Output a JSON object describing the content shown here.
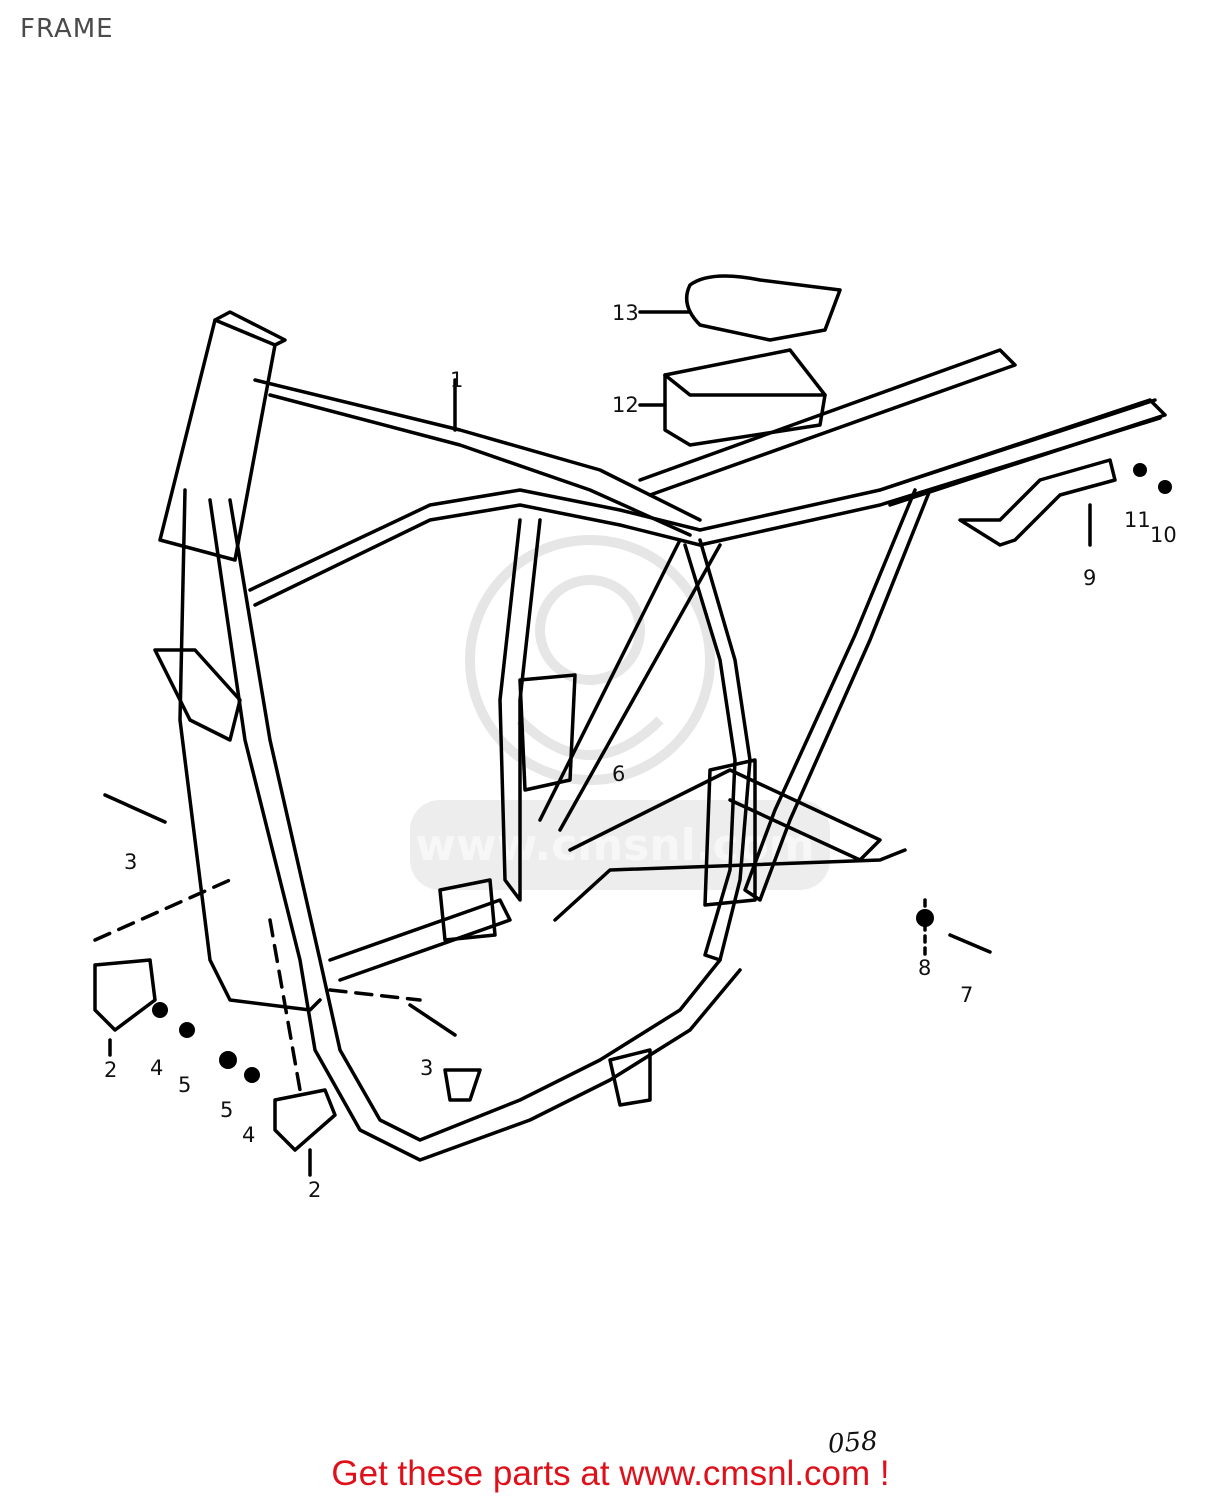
{
  "header": {
    "title": "FRAME"
  },
  "diagram": {
    "callouts": [
      {
        "id": "c1",
        "label": "1"
      },
      {
        "id": "c2a",
        "label": "2"
      },
      {
        "id": "c2b",
        "label": "2"
      },
      {
        "id": "c3a",
        "label": "3"
      },
      {
        "id": "c3b",
        "label": "3"
      },
      {
        "id": "c4a",
        "label": "4"
      },
      {
        "id": "c4b",
        "label": "4"
      },
      {
        "id": "c5a",
        "label": "5"
      },
      {
        "id": "c5b",
        "label": "5"
      },
      {
        "id": "c6",
        "label": "6"
      },
      {
        "id": "c7",
        "label": "7"
      },
      {
        "id": "c8",
        "label": "8"
      },
      {
        "id": "c9",
        "label": "9"
      },
      {
        "id": "c10",
        "label": "10"
      },
      {
        "id": "c11",
        "label": "11"
      },
      {
        "id": "c12",
        "label": "12"
      },
      {
        "id": "c13",
        "label": "13"
      }
    ],
    "page_code": "058",
    "watermark_text": "www.cmsnl.com"
  },
  "footer": {
    "text": "Get these parts at www.cmsnl.com !",
    "color": "#e0101a"
  }
}
